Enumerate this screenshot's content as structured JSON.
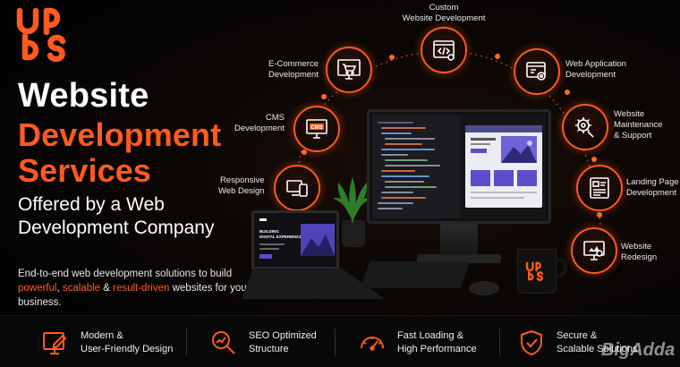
{
  "brand": {
    "logo_text": "upbs",
    "accent_color": "#ff5a1f"
  },
  "hero": {
    "line1": "Website",
    "line2": "Development",
    "line3": "Services",
    "sub1": "Offered by a Web",
    "sub2": "Development Company",
    "desc_part1": "End-to-end web development solutions to build ",
    "desc_hl1": "powerful",
    "desc_sep1": ", ",
    "desc_hl2": "scalable",
    "desc_sep2": " & ",
    "desc_hl3": "result-driven",
    "desc_part2": " websites for your business."
  },
  "services": [
    {
      "line1": "Responsive",
      "line2": "Web Design",
      "icon": "responsive-devices-icon"
    },
    {
      "line1": "CMS",
      "line2": "Development",
      "icon": "cms-monitor-icon",
      "badge": "CMS"
    },
    {
      "line1": "E-Commerce",
      "line2": "Development",
      "icon": "shopping-cart-icon"
    },
    {
      "line1": "Custom",
      "line2": "Website Development",
      "icon": "code-window-icon"
    },
    {
      "line1": "Web Application",
      "line2": "Development",
      "icon": "web-app-gear-icon"
    },
    {
      "line1": "Website",
      "line2": "Maintenance",
      "line3": "& Support",
      "icon": "gear-wrench-icon"
    },
    {
      "line1": "Landing Page",
      "line2": "Development",
      "icon": "landing-page-icon"
    },
    {
      "line1": "Website",
      "line2": "Redesign",
      "icon": "redesign-monitor-icon"
    }
  ],
  "laptop_screen": {
    "headline1": "BUILDING",
    "headline2": "DIGITAL EXPERIENCES"
  },
  "features": [
    {
      "line1": "Modern &",
      "line2": "User-Friendly Design",
      "icon": "design-pen-icon"
    },
    {
      "line1": "SEO Optimized",
      "line2": "Structure",
      "icon": "seo-magnifier-icon"
    },
    {
      "line1": "Fast Loading &",
      "line2": "High Performance",
      "icon": "speedometer-icon"
    },
    {
      "line1": "Secure &",
      "line2": "Scalable Solutions",
      "icon": "shield-check-icon"
    }
  ],
  "watermark": "BigAdda"
}
